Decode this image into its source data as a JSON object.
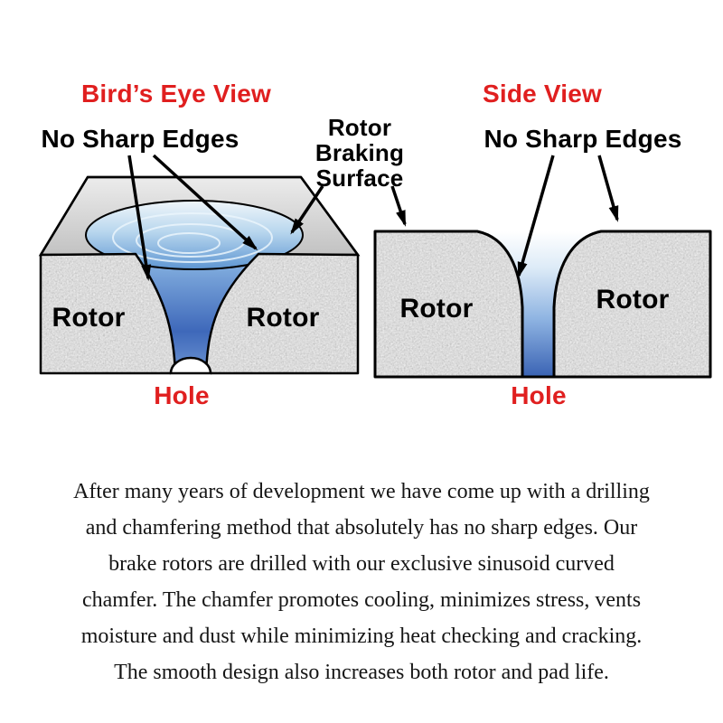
{
  "colors": {
    "red": "#e01f1f",
    "black": "#000000",
    "rotor_gray": "#b3b3b3",
    "hole_blue_deep": "#3a63b4",
    "hole_blue_light": "#ddebf7"
  },
  "birdseye": {
    "title": "Bird’s Eye View",
    "no_sharp_edges": "No Sharp Edges",
    "rotor_left": "Rotor",
    "rotor_right": "Rotor",
    "hole": "Hole"
  },
  "center_label": {
    "line1": "Rotor",
    "line2": "Braking",
    "line3": "Surface"
  },
  "side": {
    "title": "Side View",
    "no_sharp_edges": "No Sharp Edges",
    "rotor_left": "Rotor",
    "rotor_right": "Rotor",
    "hole": "Hole"
  },
  "paragraph": {
    "lines": [
      "After many years of development we have come up with a drilling",
      "and chamfering method that absolutely has no sharp edges.  Our",
      "brake rotors are drilled with our exclusive sinusoid curved",
      "chamfer. The chamfer promotes cooling, minimizes stress, vents",
      "moisture and dust while minimizing heat checking and cracking.",
      "The smooth design also increases both rotor and pad life."
    ]
  }
}
